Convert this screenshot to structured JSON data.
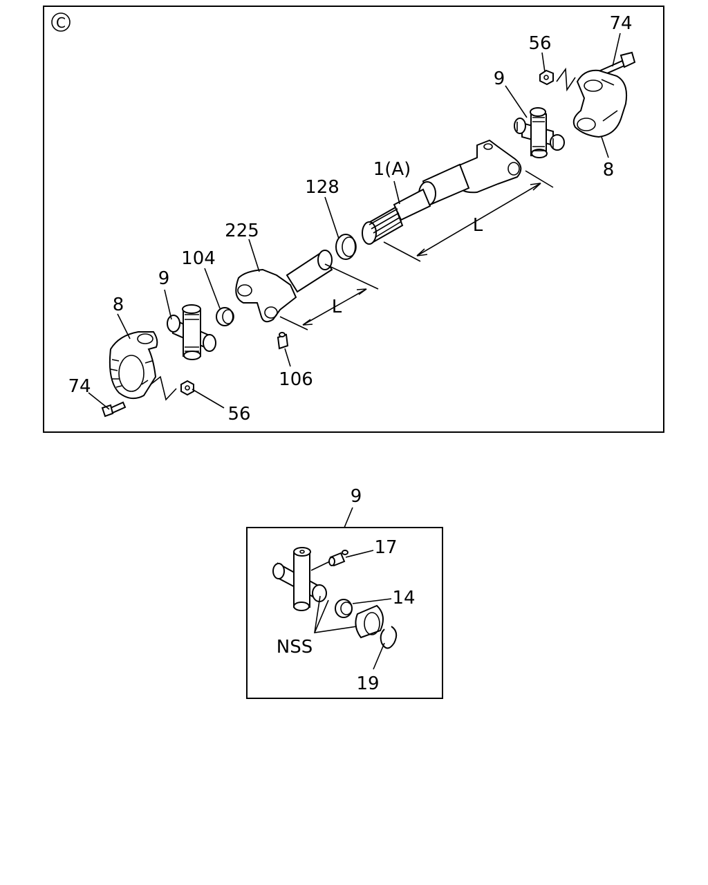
{
  "main_view": {
    "view_marker": "C",
    "labels": {
      "bolt_right": "74",
      "nut_right": "56",
      "spider_right": "9",
      "yoke_right": "8",
      "shaft": "1(A)",
      "dust_cover": "128",
      "slip_yoke": "225",
      "bearing": "104",
      "spider_left": "9",
      "yoke_left": "8",
      "bolt_left": "74",
      "nut_left": "56",
      "grease_fitting": "106",
      "length_shaft": "L",
      "length_slip": "L"
    }
  },
  "detail_view": {
    "title": "9",
    "labels": {
      "fitting": "17",
      "seal": "14",
      "snap_ring": "19",
      "not_serviced": "NSS"
    }
  }
}
